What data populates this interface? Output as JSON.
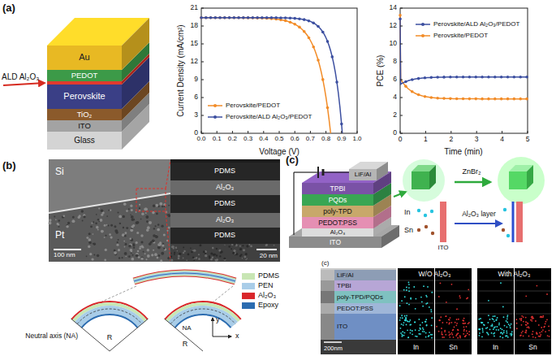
{
  "diagram": {
    "nodes": [
      {
        "text": [
          "Au"
        ]
      },
      {
        "text": [
          "PEDOT"
        ]
      },
      {
        "text": [
          "Perovskite"
        ]
      },
      {
        "text": [
          "TiO₂"
        ]
      },
      {
        "text": [
          "ITO"
        ]
      },
      {
        "text": [
          "Glass"
        ]
      },
      {
        "text": [
          "LiF/Al"
        ]
      },
      {
        "text": [
          "TPBI"
        ]
      },
      {
        "text": [
          "PQDs"
        ]
      },
      {
        "text": [
          "poly-TPD"
        ]
      },
      {
        "text": [
          "PEDOT:PSS"
        ]
      },
      {
        "text": [
          "Al₂O₃"
        ]
      },
      {
        "text": [
          "ITO"
        ]
      }
    ],
    "labels": [
      "(a)",
      "ALD Al₂O₃",
      "Current Density (mA/cm²)",
      "Voltage (V)",
      "0",
      "3",
      "6",
      "9",
      "12",
      "15",
      "18",
      "21",
      "0.0",
      "0.1",
      "0.2",
      "0.3",
      "0.4",
      "0.5",
      "0.6",
      "0.7",
      "0.8",
      "0.9",
      "1.0",
      "PCE (%)",
      "Time (min)",
      "0",
      "2",
      "4",
      "6",
      "8",
      "10",
      "12",
      "14",
      "0",
      "1",
      "2",
      "3",
      "4",
      "5",
      "(b)",
      "Si",
      "Pt",
      "100 nm",
      "PDMS",
      "Al₂O₃",
      "PDMS",
      "Al₂O₃",
      "PDMS",
      "20 nm",
      "Neutral axis (NA)",
      "R",
      "NA",
      "R",
      "y",
      "x",
      "(c)",
      "ZnBr₂",
      "In",
      "Sn",
      "ITO",
      "Al₂O₃ layer",
      "(c)",
      "LiF/Al",
      "TPBI",
      "poly-TPD/PQDs",
      "PEDOT:PSS",
      "ITO",
      "200nm",
      "W/O Al₂O₃",
      "With Al₂O₃",
      "In",
      "Sn",
      "In",
      "Sn"
    ],
    "legend": [
      {
        "text": "Perovskite/PEDOT"
      },
      {
        "text": "Perovskite/ALD Al₂O₃/PEDOT"
      },
      {
        "text": "Perovskite/ALD Al₂O₃/PEDOT"
      },
      {
        "text": "Perovskite/PEDOT"
      },
      {
        "text": "PDMS",
        "color": "#c8e6b4"
      },
      {
        "text": "PEN",
        "color": "#a9cde8"
      },
      {
        "text": "Al₂O₃",
        "color": "#d9262a"
      },
      {
        "text": "Epoxy",
        "color": "#2b6cb0"
      }
    ]
  }
}
